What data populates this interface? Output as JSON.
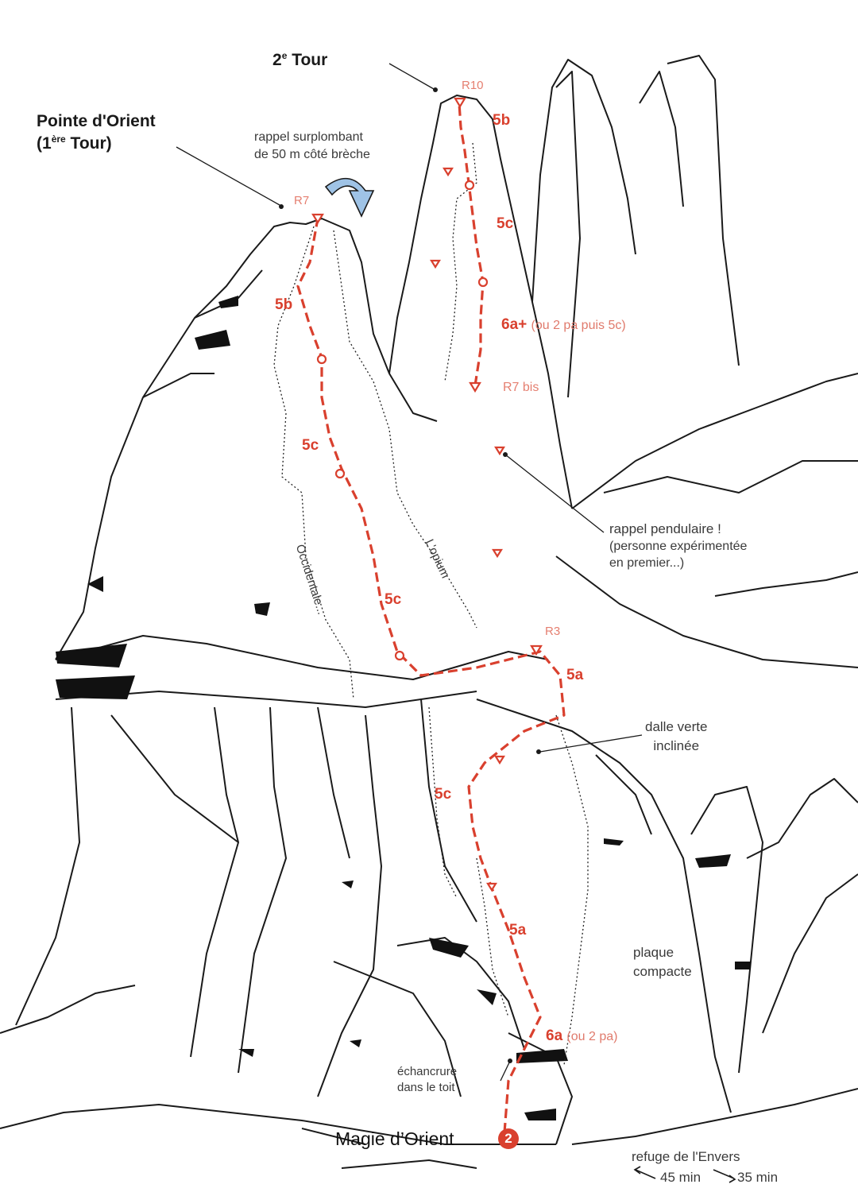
{
  "towers": {
    "second": {
      "main": "2",
      "sup": "e",
      "rest": " Tour"
    },
    "first": {
      "line1": "Pointe d'Orient",
      "line2_open": "(1",
      "line2_sup": "ère",
      "line2_rest": " Tour)"
    }
  },
  "notes": {
    "rappel_top_1": "rappel surplombant",
    "rappel_top_2": "de 50 m côté brèche",
    "pendulum_1": "rappel pendulaire !",
    "pendulum_2": "(personne expérimentée",
    "pendulum_3": "en premier...)",
    "slab_1": "dalle verte",
    "slab_2": "inclinée",
    "plate_1": "plaque",
    "plate_2": "compacte",
    "notch_1": "échancrure",
    "notch_2": "dans le toit",
    "refuge": "refuge de l'Envers",
    "time_left": "45 min",
    "time_right": "35 min"
  },
  "belays": {
    "r10": "R10",
    "r7": "R7",
    "r7bis": "R7 bis",
    "r3": "R3"
  },
  "grades": {
    "g_5b_top": "5b",
    "g_5c_upper": "5c",
    "g_6a_plus": "6a+",
    "g_6a_plus_note": "(ou 2 pa puis 5c)",
    "g_5b_left": "5b",
    "g_5c_mid_upper": "5c",
    "g_5c_mid_lower": "5c",
    "g_5a_upper": "5a",
    "g_5c_lower": "5c",
    "g_5a_lower": "5a",
    "g_6a": "6a",
    "g_6a_note": "(ou 2 pa)"
  },
  "other_routes": {
    "occidentale": "Occidentale...",
    "opium": "L'opium"
  },
  "route": {
    "name": "Magie d’Orient",
    "number": "2"
  },
  "colors": {
    "route": "#d9402e",
    "belay_label": "#e57f70",
    "ink": "#1a1a1a",
    "rappel_arrow": "#9fc3e6"
  }
}
